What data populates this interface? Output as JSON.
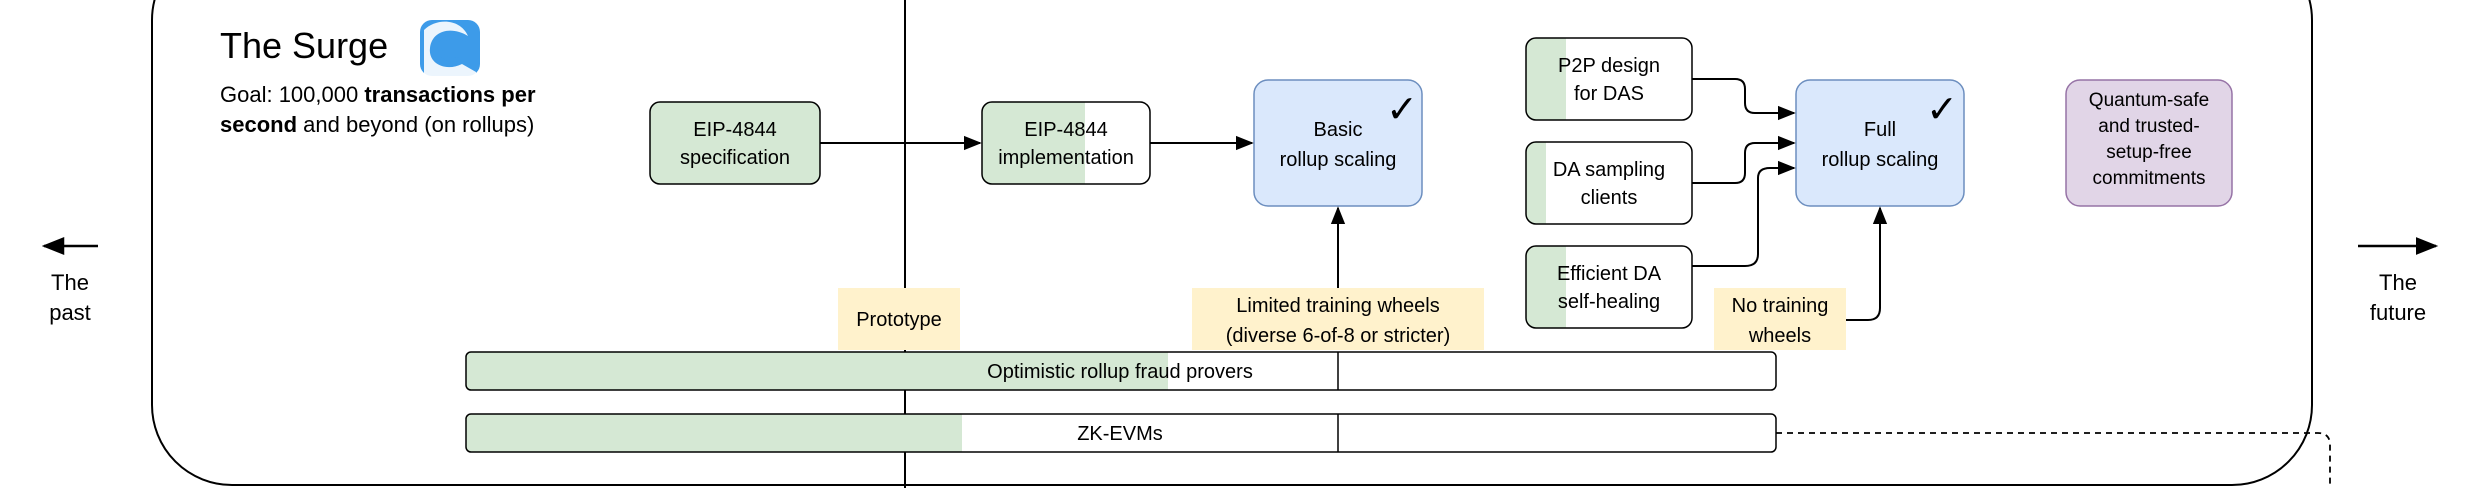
{
  "title": "The Surge",
  "goal": {
    "prefix": "Goal: 100,000 ",
    "bold1": "transactions per",
    "bold2": "second",
    "suffix": " and beyond (on rollups)"
  },
  "icon": "wave-icon",
  "nav": {
    "past": [
      "The",
      "past"
    ],
    "future": [
      "The",
      "future"
    ]
  },
  "nodes": {
    "eip4844_spec": [
      "EIP-4844",
      "specification"
    ],
    "eip4844_impl": [
      "EIP-4844",
      "implementation"
    ],
    "basic_rollup": [
      "Basic",
      "rollup scaling"
    ],
    "p2p_das": [
      "P2P design",
      "for DAS"
    ],
    "da_sampling": [
      "DA sampling",
      "clients"
    ],
    "efficient_da": [
      "Efficient DA",
      "self-healing"
    ],
    "full_rollup": [
      "Full",
      "rollup scaling"
    ],
    "quantum": [
      "Quantum-safe",
      "and trusted-",
      "setup-free",
      "commitments"
    ]
  },
  "check_mark": "✓",
  "stages": {
    "prototype": "Prototype",
    "limited": [
      "Limited training wheels",
      "(diverse 6-of-8 or stricter)"
    ],
    "no_wheels": [
      "No training",
      "wheels"
    ]
  },
  "bars": {
    "optimistic": "Optimistic rollup fraud provers",
    "zkevm": "ZK-EVMs"
  },
  "colors": {
    "green": "#d5e8d4",
    "green_border": "#82b366",
    "blue": "#dae8fc",
    "blue_border": "#6c8ebf",
    "purple": "#e1d5e7",
    "purple_border": "#9673a6",
    "yellow": "#fff2cc"
  }
}
